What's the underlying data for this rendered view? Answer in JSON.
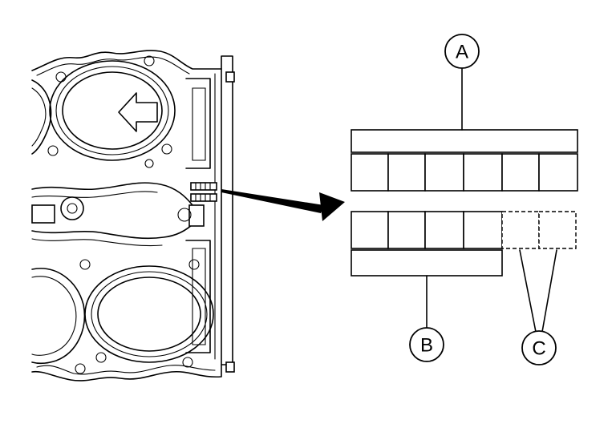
{
  "callouts": {
    "a": "A",
    "b": "B",
    "c": "C"
  },
  "stamp": {
    "top_row_cells": 6,
    "bottom_row_cells_solid": 4,
    "bottom_row_cells_dashed": 2
  },
  "colors": {
    "line": "#000000",
    "background": "#ffffff"
  }
}
